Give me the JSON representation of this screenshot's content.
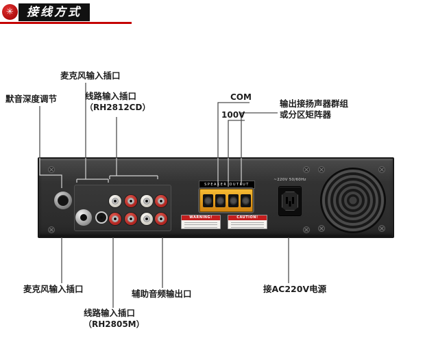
{
  "header": {
    "title": "接线方式"
  },
  "callouts": {
    "mic_top": "麦克风输入插口",
    "mute_depth": "默音深度调节",
    "line_in_top": "线路输入插口",
    "line_in_top_model": "（RH2812CD）",
    "com": "COM",
    "v100": "100V",
    "speaker_out_1": "输出接扬声器群组",
    "speaker_out_2": "或分区矩阵器",
    "mic_bottom": "麦克风输入插口",
    "aux_out": "辅助音频输出口",
    "line_in_bottom": "线路输入插口",
    "line_in_bottom_model": "（RH2805M）",
    "ac_power": "接AC220V电源"
  },
  "panel": {
    "speaker_output_label": "SPEAKER OUTPUT",
    "warning_label": "WARNING!",
    "caution_label": "CAUTION!",
    "power_label": "~220V 50/60Hz"
  },
  "colors": {
    "accent_red": "#c40000",
    "terminal_orange": "#e09a1e",
    "panel_dark": "#333333"
  }
}
